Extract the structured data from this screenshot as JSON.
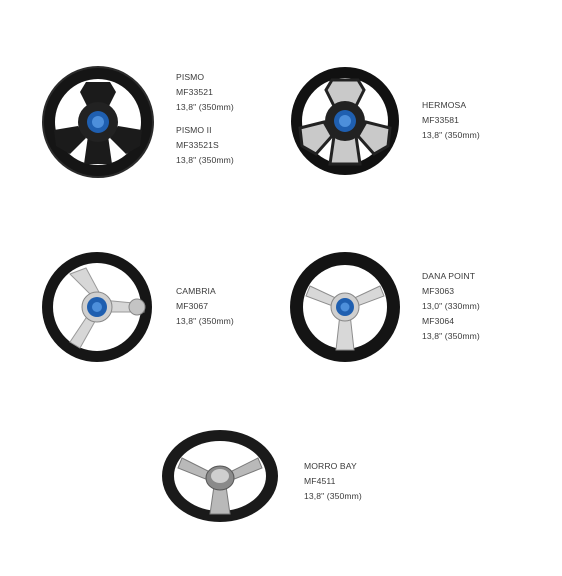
{
  "products": [
    {
      "id": "pismo",
      "lines": [
        "PISMO",
        "MF33521",
        "13,8\" (350mm)"
      ],
      "lines2": [
        "PISMO II",
        "MF33521S",
        "13,8\" (350mm)"
      ]
    },
    {
      "id": "hermosa",
      "lines": [
        "HERMOSA",
        "MF33581",
        "13,8\" (350mm)"
      ]
    },
    {
      "id": "cambria",
      "lines": [
        "CAMBRIA",
        "MF3067",
        "13,8\" (350mm)"
      ]
    },
    {
      "id": "dana-point",
      "lines": [
        "DANA POINT",
        "MF3063",
        "13,0\" (330mm)",
        "MF3064",
        "13,8\" (350mm)"
      ]
    },
    {
      "id": "morro-bay",
      "lines": [
        "MORRO BAY",
        "MF4511",
        "13,8\" (350mm)"
      ]
    }
  ]
}
